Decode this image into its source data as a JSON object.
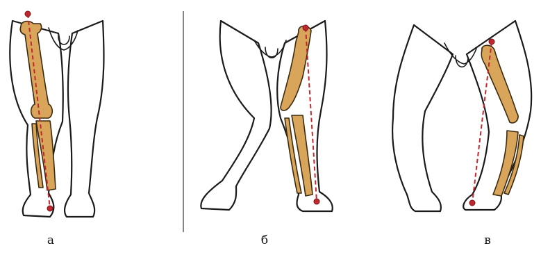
{
  "panels": [
    {
      "id": "a",
      "caption": "а",
      "variant": "normal"
    },
    {
      "id": "b",
      "caption": "б",
      "variant": "x-shaped"
    },
    {
      "id": "c",
      "caption": "в",
      "variant": "o-shaped"
    }
  ],
  "colors": {
    "bone": "#d9a55a",
    "axis_line": "#c0282e",
    "outline": "#1a1a1a",
    "divider": "#333333"
  }
}
